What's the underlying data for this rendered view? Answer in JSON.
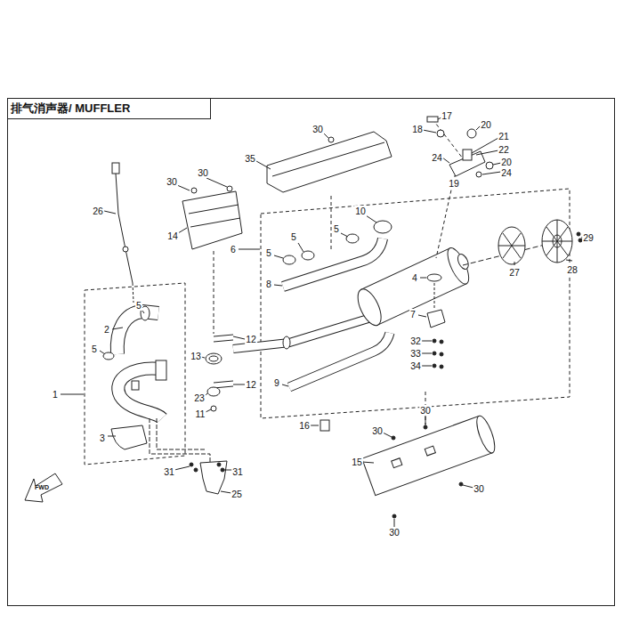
{
  "diagram": {
    "title": "排气消声器/ MUFFLER",
    "labels": [
      "26",
      "1",
      "2",
      "3",
      "5",
      "5",
      "14",
      "30",
      "30",
      "35",
      "30",
      "6",
      "5",
      "5",
      "5",
      "10",
      "8",
      "12",
      "13",
      "12",
      "23",
      "11",
      "9",
      "4",
      "7",
      "32",
      "33",
      "34",
      "16",
      "30",
      "30",
      "15",
      "30",
      "30",
      "31",
      "31",
      "25",
      "17",
      "18",
      "20",
      "21",
      "22",
      "24",
      "19",
      "20",
      "24",
      "29",
      "27",
      "28",
      "FWD"
    ]
  }
}
